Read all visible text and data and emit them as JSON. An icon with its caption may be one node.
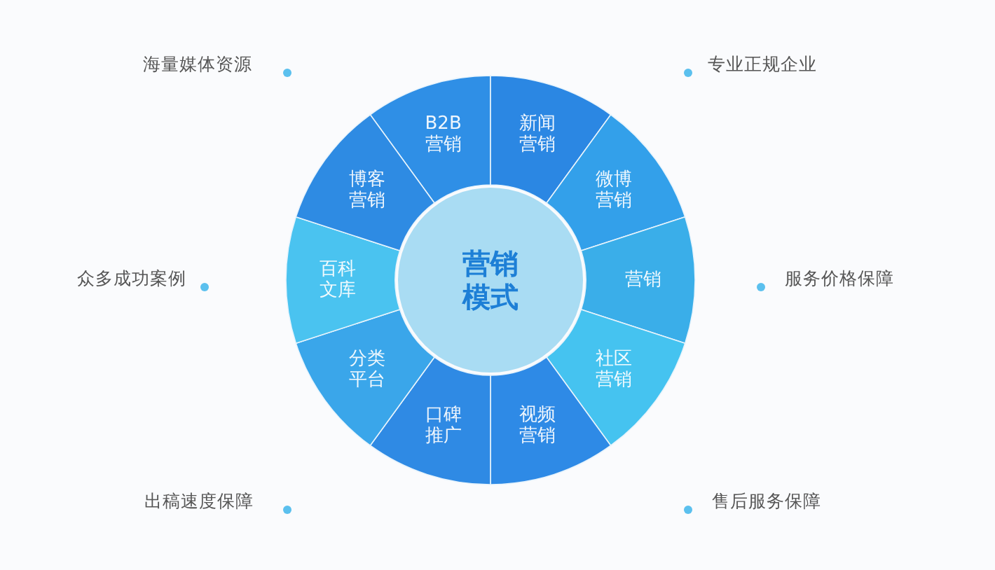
{
  "diagram": {
    "nodes": [
      {
        "text": [
          "营销模式"
        ]
      },
      {
        "text": [
          "B2B营销"
        ]
      },
      {
        "text": [
          "新闻营销"
        ]
      },
      {
        "text": [
          "微博营销"
        ]
      },
      {
        "text": [
          "营销"
        ]
      },
      {
        "text": [
          "社区营销"
        ]
      },
      {
        "text": [
          "视频营销"
        ]
      },
      {
        "text": [
          "口碑推广"
        ]
      },
      {
        "text": [
          "分类平台"
        ]
      },
      {
        "text": [
          "百科文库"
        ]
      },
      {
        "text": [
          "博客营销"
        ]
      }
    ],
    "labels": [
      "海量媒体资源",
      "专业正规企业",
      "众多成功案例",
      "服务价格保障",
      "出稿速度保障",
      "售后服务保障"
    ]
  }
}
